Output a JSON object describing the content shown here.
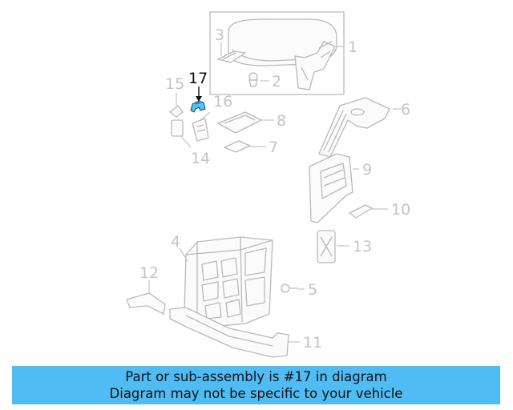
{
  "callouts": [
    {
      "id": "c1",
      "label": "1"
    },
    {
      "id": "c2",
      "label": "2"
    },
    {
      "id": "c3",
      "label": "3"
    },
    {
      "id": "c4",
      "label": "4"
    },
    {
      "id": "c5",
      "label": "5"
    },
    {
      "id": "c6",
      "label": "6"
    },
    {
      "id": "c7",
      "label": "7"
    },
    {
      "id": "c8",
      "label": "8"
    },
    {
      "id": "c9",
      "label": "9"
    },
    {
      "id": "c10",
      "label": "10"
    },
    {
      "id": "c11",
      "label": "11"
    },
    {
      "id": "c12",
      "label": "12"
    },
    {
      "id": "c13",
      "label": "13"
    },
    {
      "id": "c14",
      "label": "14"
    },
    {
      "id": "c15",
      "label": "15"
    },
    {
      "id": "c16",
      "label": "16"
    },
    {
      "id": "c17",
      "label": "17"
    }
  ],
  "highlight_part": "17",
  "colors": {
    "banner_background": "#4fbdf4",
    "highlighted_part": "#4fc3f7",
    "part_outline": "#b9b9b9",
    "callout_text": "#c4c4c4",
    "highlight_text": "#111111"
  },
  "banner": {
    "line1": "Part or sub-assembly is #17 in diagram",
    "line2": "Diagram may not be specific to your vehicle"
  }
}
